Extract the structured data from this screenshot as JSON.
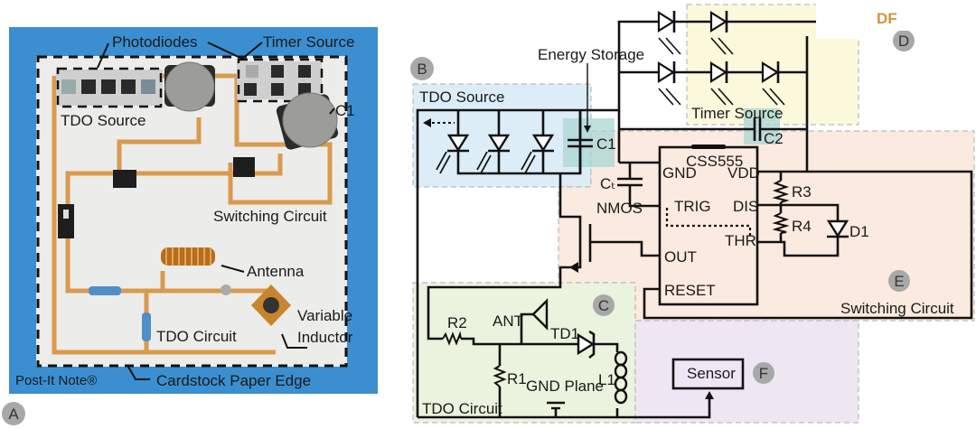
{
  "panel_a": {
    "letter": "A",
    "labels": {
      "photodiodes": "Photodiodes",
      "timer_source": "Timer Source",
      "tdo_source": "TDO Source",
      "c1": "C1",
      "switching_circuit": "Switching Circuit",
      "antenna": "Antenna",
      "variable": "Variable",
      "inductor": "Inductor",
      "tdo_circuit": "TDO Circuit",
      "post_it_note": "Post-It Note®",
      "cardstock_edge": "Cardstock Paper Edge"
    },
    "colors": {
      "background": "#3b8fd0",
      "paper": "#ececea",
      "copper": "#d99a4e"
    }
  },
  "panel_b": {
    "letters": {
      "b": "B",
      "c": "C",
      "d": "D",
      "e": "E",
      "f": "F"
    },
    "regions": {
      "tdo_source": "TDO Source",
      "timer_source": "Timer Source",
      "switching_circuit": "Switching Circuit",
      "tdo_circuit": "TDO Circuit"
    },
    "labels": {
      "energy_storage": "Energy Storage",
      "c1": "C1",
      "c2": "C2",
      "chip": "CSS555",
      "gnd": "GND",
      "vdd": "VDD",
      "trig": "TRIG",
      "dis": "DIS",
      "thr": "THR",
      "out": "OUT",
      "reset": "RESET",
      "ct": "Cₜ",
      "nmos": "NMOS",
      "r3": "R3",
      "r4": "R4",
      "d1": "D1",
      "ant": "ANT",
      "td1": "TD1",
      "r2": "R2",
      "r1": "R1",
      "gnd_plane": "GND Plane",
      "l1": "L1",
      "sensor": "Sensor"
    },
    "colors": {
      "tdo_source": "#dcedf7",
      "timer_source": "#fbf8dc",
      "switching": "#fbeadf",
      "tdo_circuit": "#eaf3de",
      "sensor": "#efe6f3",
      "capacitor_highlight": "#a9d6d2"
    }
  },
  "watermark": "DF"
}
